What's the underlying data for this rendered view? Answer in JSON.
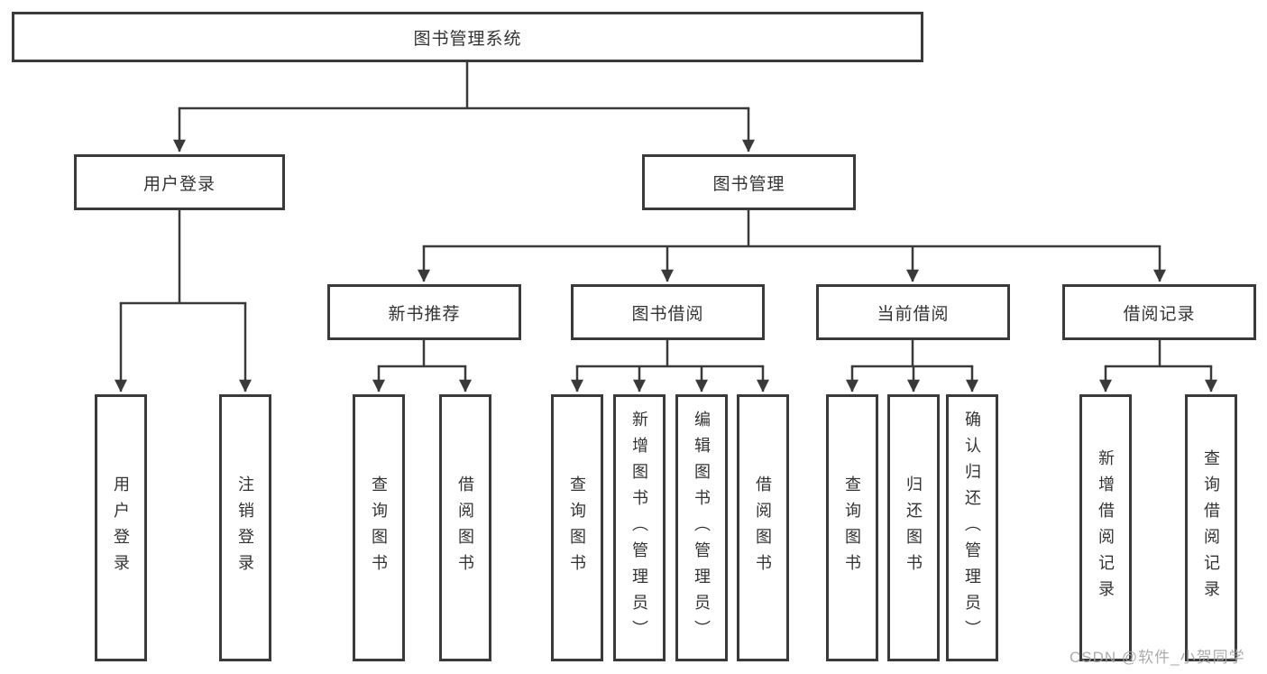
{
  "diagram": {
    "tree": {
      "label": "图书管理系统",
      "children": [
        {
          "label": "用户登录",
          "children": [
            {
              "label": "用户登录"
            },
            {
              "label": "注销登录"
            }
          ]
        },
        {
          "label": "图书管理",
          "children": [
            {
              "label": "新书推荐",
              "children": [
                {
                  "label": "查询图书"
                },
                {
                  "label": "借阅图书"
                }
              ]
            },
            {
              "label": "图书借阅",
              "children": [
                {
                  "label": "查询图书"
                },
                {
                  "label": "新增图书（管理员）"
                },
                {
                  "label": "编辑图书（管理员）"
                },
                {
                  "label": "借阅图书"
                }
              ]
            },
            {
              "label": "当前借阅",
              "children": [
                {
                  "label": "查询图书"
                },
                {
                  "label": "归还图书"
                },
                {
                  "label": "确认归还（管理员）"
                }
              ]
            },
            {
              "label": "借阅记录",
              "children": [
                {
                  "label": "新增借阅记录"
                },
                {
                  "label": "查询借阅记录"
                }
              ]
            }
          ]
        }
      ]
    }
  },
  "watermark": {
    "text": "CSDN @软件_小贺同学"
  },
  "colors": {
    "stroke": "#3a3a3a",
    "box_fill": "#ffffff",
    "background": "#ffffff",
    "watermark": "#a5a5a5"
  }
}
